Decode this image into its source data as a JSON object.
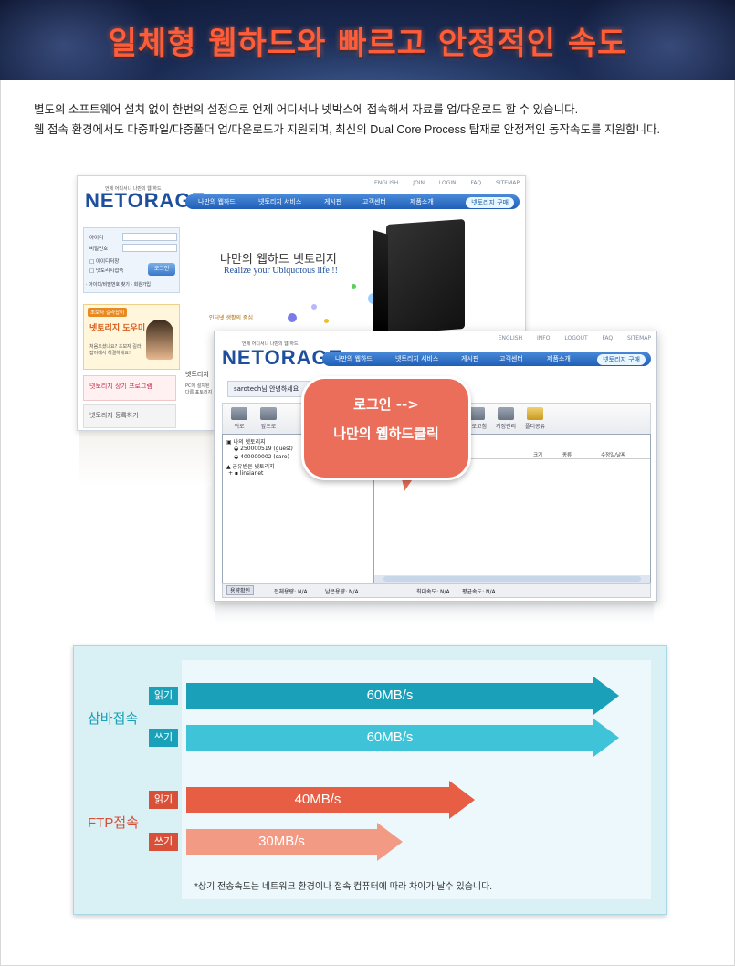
{
  "header": {
    "title": "일체형 웹하드와 빠르고 안정적인 속도"
  },
  "description": {
    "line1": "별도의 소프트웨어 설치 없이 한번의 설정으로 언제 어디서나 넷박스에 접속해서 자료를 업/다운로드 할 수 있습니다.",
    "line2": "웹 접속 환경에서도 다중파일/다중폴더 업/다운로드가 지원되며, 최신의 Dual Core Process 탑재로 안정적인 동작속도를 지원합니다."
  },
  "shot1": {
    "topnav": "ENGLISH JOIN LOGIN FAQ SITEMAP",
    "logo": "NETORAGE",
    "logo_sub": "언제 어디서나 나만의 웹 하드",
    "menu": [
      "나만의 웹하드",
      "넷토리지 서비스",
      "게시판",
      "고객센터",
      "제품소개"
    ],
    "menu_button": "넷토리지 구매",
    "login": {
      "id_label": "아이디",
      "pw_label": "비밀번호",
      "save_id": "아이디저장",
      "netorage_login": "넷토리지접속",
      "button": "로그인",
      "links": "· 아이디/비밀번호 찾기  · 회원가입"
    },
    "hero_title": "나만의 웹하드 넷토리지",
    "hero_sub": "Realize your Ubiquotous life !!",
    "hero_small": "인터넷 생활의 중심",
    "ad1_top": "초보자 길라잡이",
    "ad1_main": "넷토리지 도우미",
    "ad1_sub": "처음오셨나요? 초보자 길라잡이에서 해결하세요!",
    "ad2": "넷토리지 상기 프로그램",
    "ad3": "넷토리지 등록하기",
    "section": "넷토리지",
    "section_text": "PC에 설치된 다름 표토리지"
  },
  "shot2": {
    "topnav": "ENGLISH INFO LOGOUT FAQ SITEMAP",
    "logo": "NETORAGE",
    "logo_sub": "언제 어디서나 나만의 웹 하드",
    "menu": [
      "나만의 웹하드",
      "넷토리지 서비스",
      "게시판",
      "고객센터",
      "제품소개"
    ],
    "menu_button": "넷토리지 구매",
    "greeting": "sarotech님 안녕하세요",
    "toolbar": [
      "뒤로",
      "앞으로",
      "",
      "",
      "",
      "",
      "",
      "",
      "",
      "",
      "",
      "",
      "새로고침",
      "계정관리",
      "폴더공유"
    ],
    "tree": [
      "나의 넷토리지",
      "250000519 (guest)",
      "400000002 (saro)",
      "공유받은 넷토리지",
      "linsianet"
    ],
    "columns": [
      "크기",
      "종류",
      "수정일/날짜"
    ],
    "status_btn": "용량확인",
    "status_total": "전체용량: N/A",
    "status_remain": "남은용량: N/A",
    "status_max": "최대속도: N/A",
    "status_avg": "평균속도: N/A"
  },
  "callout": {
    "line1": "로그인 -->",
    "line2": "나만의 웹하드클릭"
  },
  "chart_data": {
    "type": "bar",
    "orientation": "horizontal",
    "unit": "MB/s",
    "groups": [
      {
        "name": "삼바접속",
        "color": "#1aa0b8",
        "bars": [
          {
            "label": "읽기",
            "value": 60,
            "text": "60MB/s",
            "color": "#1aa0b8"
          },
          {
            "label": "쓰기",
            "value": 60,
            "text": "60MB/s",
            "color": "#3ec3d8"
          }
        ]
      },
      {
        "name": "FTP접속",
        "color": "#d85038",
        "bars": [
          {
            "label": "읽기",
            "value": 40,
            "text": "40MB/s",
            "color": "#e85e44"
          },
          {
            "label": "쓰기",
            "value": 30,
            "text": "30MB/s",
            "color": "#f39a85"
          }
        ]
      }
    ],
    "footnote": "*상기 전송속도는 네트워크 환경이나 접속 컴퓨터에 따라 차이가 날수 있습니다."
  }
}
